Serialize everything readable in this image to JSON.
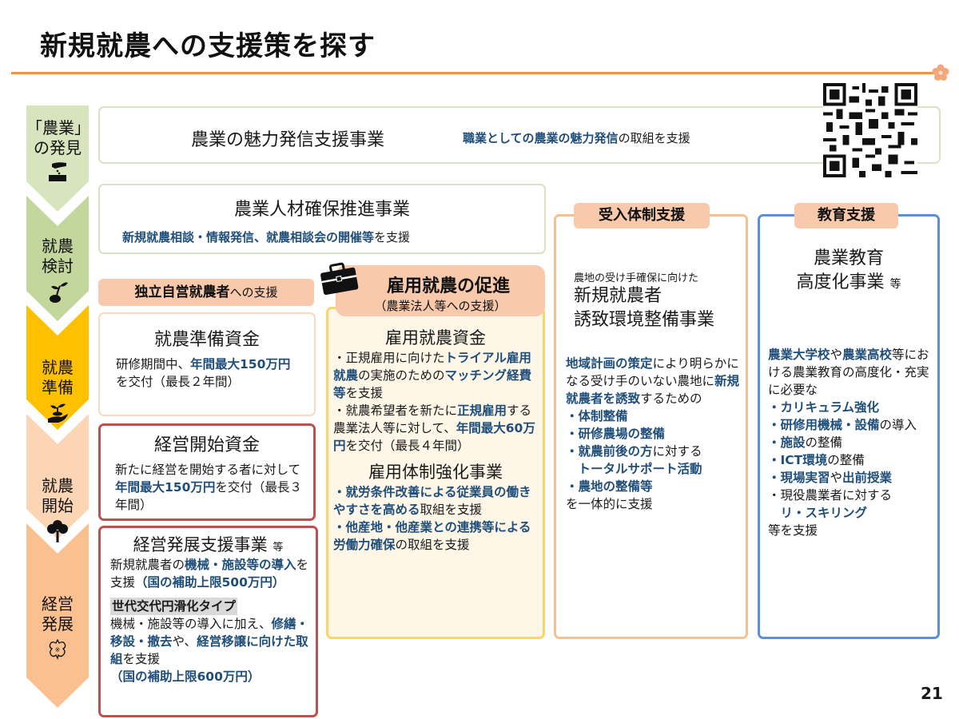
{
  "page": {
    "title": "新規就農への支援策を探す",
    "page_number": "21"
  },
  "colors": {
    "accent_orange": "#f0934a",
    "highlight_blue": "#1f4e7a",
    "green_border": "#d6e4c0",
    "peach_border": "#f9c8a6",
    "red_border": "#c0504d",
    "yellow_border": "#f9d56b",
    "blue_border": "#5b8fd6"
  },
  "stages": [
    {
      "label_line1": "「農業」",
      "label_line2": "の発見",
      "icon": "hand-sowing-seeds-icon",
      "color": "#d7e4bd"
    },
    {
      "label_line1": "就農",
      "label_line2": "検討",
      "icon": "sprout-icon",
      "color": "#c3d69b"
    },
    {
      "label_line1": "就農",
      "label_line2": "準備",
      "icon": "hand-plant-icon",
      "color": "#ffc000"
    },
    {
      "label_line1": "就農",
      "label_line2": "開始",
      "icon": "tree-icon",
      "color": "#fcd5b5"
    },
    {
      "label_line1": "経営",
      "label_line2": "発展",
      "icon": "cherry-blossom-icon",
      "color": "#fac090"
    }
  ],
  "miryoku": {
    "title": "農業の魅力発信支援事業",
    "desc_bold": "職業としての農業の魅力発信",
    "desc_rest": "の取組を支援"
  },
  "jinzai": {
    "title": "農業人材確保推進事業",
    "desc_bold": "新規就農相談・情報発信、就農相談会の開催等",
    "desc_rest": "を支援"
  },
  "dokuritsu": {
    "header_bold": "独立自営就農者",
    "header_rest": "への支援",
    "junbi": {
      "title": "就農準備資金",
      "t1": "研修期間中、",
      "b1": "年間最大150万円",
      "t2": "を交付（最長２年間）"
    },
    "kaishi": {
      "title": "経営開始資金",
      "t1": "新たに経営を開始する者に対して",
      "b1": "年間最大150万円",
      "t2": "を交付（最長３年間）"
    },
    "hatten": {
      "title": "経営発展支援事業",
      "title_suffix": "等",
      "t1": "新規就農者の",
      "b1": "機械・施設等の導入",
      "t2": "を支援",
      "b2": "（国の補助上限500万円）",
      "subtype": "世代交代円滑化タイプ",
      "t3": "機械・施設等の導入に加え、",
      "b3": "修繕・移設・撤去",
      "t4": "や、",
      "b4": "経営移譲に向けた取組",
      "t5": "を支援",
      "b5": "（国の補助上限600万円）"
    }
  },
  "koyou": {
    "header_title": "雇用就農の促進",
    "header_sub": "（農業法人等への支援）",
    "icon": "briefcase-icon",
    "shikin": {
      "title": "雇用就農資金",
      "i1_t1": "・正規雇用に向けた",
      "i1_b1": "トライアル雇用就農",
      "i1_t2": "の実施のための",
      "i1_b2": "マッチング経費等",
      "i1_t3": "を支援",
      "i2_t1": "・就農希望者を新たに",
      "i2_b1": "正規雇用",
      "i2_t2": "する農業法人等に対して、",
      "i2_b2": "年間最大60万円",
      "i2_t3": "を交付（最長４年間）"
    },
    "kyouka": {
      "title": "雇用体制強化事業",
      "i1_b1": "・就労条件改善による従業員の働きやすさを高める",
      "i1_t1": "取組を支援",
      "i2_b1": "・他産地・他産業との連携等による労働力確保",
      "i2_t1": "の取組を支援"
    }
  },
  "ukeire": {
    "tag": "受入体制支援",
    "pre": "農地の受け手確保に向けた",
    "title1": "新規就農者",
    "title2": "誘致環境整備事業",
    "b1": "地域計画の策定",
    "t1": "により明らかになる受け手のいない農地に",
    "b2": "新規就農者を誘致",
    "t2": "するための",
    "items": [
      {
        "bold": "・体制整備",
        "rest": ""
      },
      {
        "bold": "・研修農場の整備",
        "rest": ""
      },
      {
        "bold": "・就農前後の方",
        "rest": "に対する"
      },
      {
        "bold": "　トータルサポート活動",
        "rest": ""
      },
      {
        "bold": "・農地の整備等",
        "rest": ""
      }
    ],
    "footer": "を一体的に支援"
  },
  "kyouiku": {
    "tag": "教育支援",
    "title1": "農業教育",
    "title2": "高度化事業",
    "title_suffix": "等",
    "b1": "農業大学校",
    "t1": "や",
    "b2": "農業高校",
    "t2": "等における農業教育の高度化・充実に必要な",
    "items": [
      {
        "bold": "・カリキュラム強化",
        "rest": ""
      },
      {
        "bold": "・研修用機械・設備",
        "rest": "の導入"
      },
      {
        "bold": "・施設",
        "rest": "の整備"
      },
      {
        "bold": "・ICT環境",
        "rest": "の整備"
      },
      {
        "bold": "・現場実習",
        "rest": "や",
        "bold2": "出前授業"
      },
      {
        "bold": "",
        "rest": "・現役農業者に対する"
      },
      {
        "bold": "　リ・スキリング",
        "rest": ""
      }
    ],
    "footer": "等を支援"
  }
}
